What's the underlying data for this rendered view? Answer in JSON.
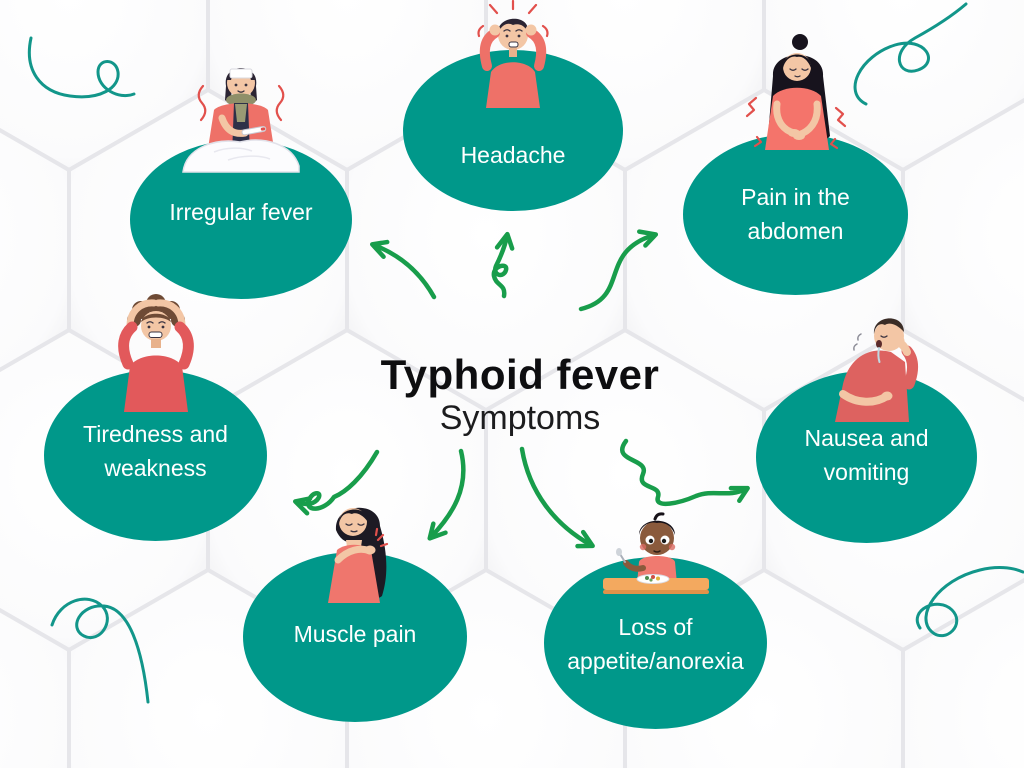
{
  "title": {
    "main": "Typhoid fever",
    "subtitle": "Symptoms"
  },
  "colors": {
    "bubble": "#00988a",
    "bubble-text": "#ffffff",
    "arrow": "#189d4b",
    "swirl": "#12968a",
    "title": "#0e0e10",
    "background": "#f3f3f5"
  },
  "symptoms": [
    {
      "id": "irregular-fever",
      "line1": "Irregular fever",
      "line2": "",
      "illustration": "person-in-bed-with-thermometer-icon"
    },
    {
      "id": "headache",
      "line1": "Headache",
      "line2": "",
      "illustration": "person-holding-head-icon"
    },
    {
      "id": "pain-in-the-abdomen",
      "line1": "Pain in the",
      "line2": "abdomen",
      "illustration": "woman-holding-stomach-icon"
    },
    {
      "id": "tiredness-and-weakness",
      "line1": "Tiredness and",
      "line2": "weakness",
      "illustration": "man-clutching-head-icon"
    },
    {
      "id": "nausea-and-vomiting",
      "line1": "Nausea and",
      "line2": "vomiting",
      "illustration": "man-vomiting-icon"
    },
    {
      "id": "muscle-pain",
      "line1": "Muscle pain",
      "line2": "",
      "illustration": "woman-shoulder-pain-icon"
    },
    {
      "id": "loss-of-appetite",
      "line1": "Loss of",
      "line2": "appetite/anorexia",
      "illustration": "child-refusing-food-icon"
    }
  ]
}
